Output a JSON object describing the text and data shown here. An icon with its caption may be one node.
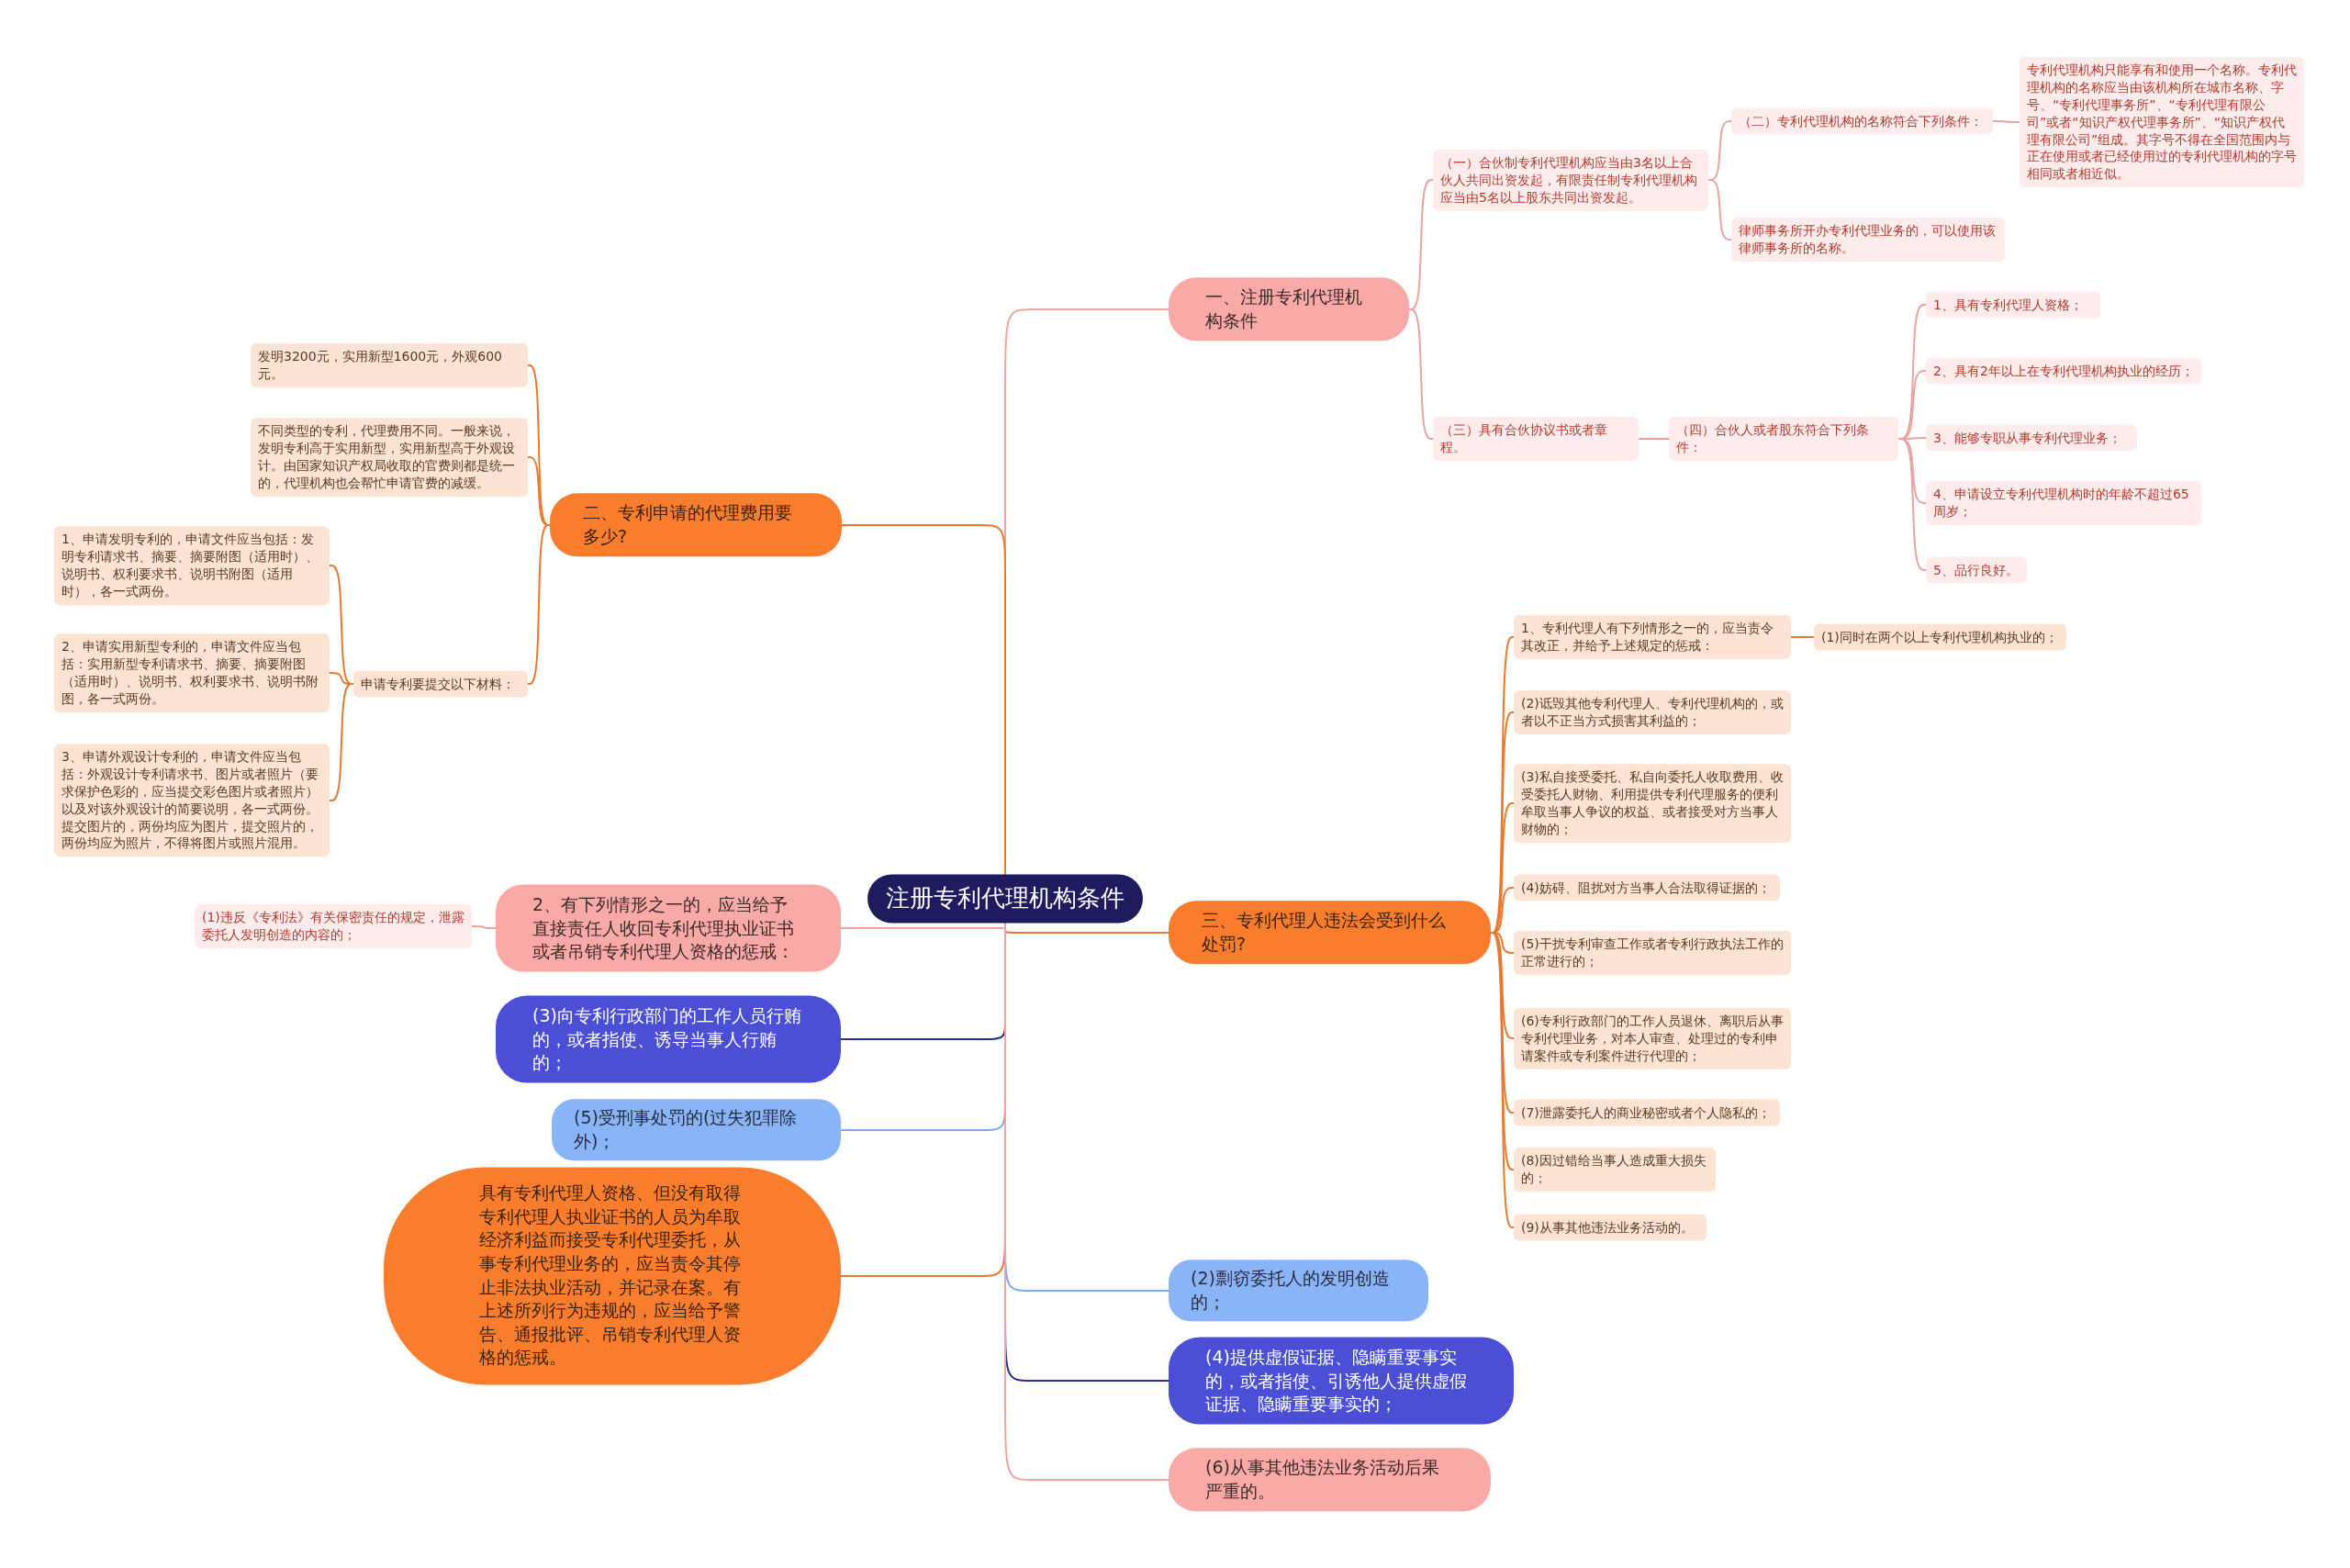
{
  "diagram": {
    "nodes": [
      {
        "text": [
          "注册专利代理机构条件"
        ]
      },
      {
        "text": [
          "一、注册专利代理机构条件"
        ]
      },
      {
        "text": [
          "（一）合伙制专利代理机构应当由3名以上合伙人共同出资发起，有限责任制专利代理机构应当由5名以上股东共同出资发起。"
        ]
      },
      {
        "text": [
          "（二）专利代理机构的名称符合下列条件："
        ]
      },
      {
        "text": [
          "专利代理机构只能享有和使用一个名称。专利代理机构的名称应当由该机构所在城市名称、字号、“专利代理事务所”、“专利代理有限公司”或者“知识产权代理事务所”、“知识产权代理有限公司”组成。其字号不得在全国范围内与正在使用或者已经使用过的专利代理机构的字号相同或者相近似。"
        ]
      },
      {
        "text": [
          "律师事务所开办专利代理业务的，可以使用该律师事务所的名称。"
        ]
      },
      {
        "text": [
          "（三）具有合伙协议书或者章程。"
        ]
      },
      {
        "text": [
          "（四）合伙人或者股东符合下列条件："
        ]
      },
      {
        "text": [
          "1、具有专利代理人资格；"
        ]
      },
      {
        "text": [
          "2、具有2年以上在专利代理机构执业的经历；"
        ]
      },
      {
        "text": [
          "3、能够专职从事专利代理业务；"
        ]
      },
      {
        "text": [
          "4、申请设立专利代理机构时的年龄不超过65周岁；"
        ]
      },
      {
        "text": [
          "5、品行良好。"
        ]
      },
      {
        "text": [
          "二、专利申请的代理费用要多少?"
        ]
      },
      {
        "text": [
          "发明3200元，实用新型1600元，外观600元。"
        ]
      },
      {
        "text": [
          "不同类型的专利，代理费用不同。一般来说，发明专利高于实用新型，实用新型高于外观设计。由国家知识产权局收取的官费则都是统一的，代理机构也会帮忙申请官费的减缓。"
        ]
      },
      {
        "text": [
          "申请专利要提交以下材料："
        ]
      },
      {
        "text": [
          "1、申请发明专利的，申请文件应当包括：发明专利请求书、摘要、摘要附图（适用时）、说明书、权利要求书、说明书附图（适用时），各一式两份。"
        ]
      },
      {
        "text": [
          "2、申请实用新型专利的，申请文件应当包括：实用新型专利请求书、摘要、摘要附图（适用时）、说明书、权利要求书、说明书附图，各一式两份。"
        ]
      },
      {
        "text": [
          "3、申请外观设计专利的，申请文件应当包括：外观设计专利请求书、图片或者照片（要求保护色彩的，应当提交彩色图片或者照片）以及对该外观设计的简要说明，各一式两份。提交图片的，两份均应为图片，提交照片的，两份均应为照片，不得将图片或照片混用。"
        ]
      },
      {
        "text": [
          "三、专利代理人违法会受到什么处罚?"
        ]
      },
      {
        "text": [
          "1、专利代理人有下列情形之一的，应当责令其改正，并给予上述规定的惩戒："
        ]
      },
      {
        "text": [
          "(1)同时在两个以上专利代理机构执业的；"
        ]
      },
      {
        "text": [
          "(2)诋毁其他专利代理人、专利代理机构的，或者以不正当方式损害其利益的；"
        ]
      },
      {
        "text": [
          "(3)私自接受委托、私自向委托人收取费用、收受委托人财物、利用提供专利代理服务的便利牟取当事人争议的权益、或者接受对方当事人财物的；"
        ]
      },
      {
        "text": [
          "(4)妨碍、阻扰对方当事人合法取得证据的；"
        ]
      },
      {
        "text": [
          "(5)干扰专利审查工作或者专利行政执法工作的正常进行的；"
        ]
      },
      {
        "text": [
          "(6)专利行政部门的工作人员退休、离职后从事专利代理业务，对本人审查、处理过的专利申请案件或专利案件进行代理的；"
        ]
      },
      {
        "text": [
          "(7)泄露委托人的商业秘密或者个人隐私的；"
        ]
      },
      {
        "text": [
          "(8)因过错给当事人造成重大损失的；"
        ]
      },
      {
        "text": [
          "(9)从事其他违法业务活动的。"
        ]
      },
      {
        "text": [
          "2、有下列情形之一的，应当给予直接责任人收回专利代理执业证书或者吊销专利代理人资格的惩戒："
        ]
      },
      {
        "text": [
          "(1)违反《专利法》有关保密责任的规定，泄露委托人发明创造的内容的；"
        ]
      },
      {
        "text": [
          "(3)向专利行政部门的工作人员行贿的，或者指使、诱导当事人行贿的；"
        ]
      },
      {
        "text": [
          "(5)受刑事处罚的(过失犯罪除外)；"
        ]
      },
      {
        "text": [
          "具有专利代理人资格、但没有取得专利代理人执业证书的人员为牟取经济利益而接受专利代理委托，从事专利代理业务的，应当责令其停止非法执业活动，并记录在案。有上述所列行为违规的，应当给予警告、通报批评、吊销专利代理人资格的惩戒。"
        ]
      },
      {
        "text": [
          "(2)剽窃委托人的发明创造的；"
        ]
      },
      {
        "text": [
          "(4)提供虚假证据、隐瞒重要事实的，或者指使、引诱他人提供虚假证据、隐瞒重要事实的；"
        ]
      },
      {
        "text": [
          "(6)从事其他违法业务活动后果严重的。"
        ]
      }
    ],
    "edges": [
      {
        "from": 0,
        "to": 1,
        "arrow": "none",
        "color": "#f0a3a0"
      },
      {
        "from": 1,
        "to": 2,
        "arrow": "none",
        "color": "#e8a3a0"
      },
      {
        "from": 2,
        "to": 3,
        "arrow": "none",
        "color": "#e8a3a0"
      },
      {
        "from": 3,
        "to": 4,
        "arrow": "none",
        "color": "#e8a3a0"
      },
      {
        "from": 2,
        "to": 5,
        "arrow": "none",
        "color": "#e8a3a0"
      },
      {
        "from": 1,
        "to": 6,
        "arrow": "none",
        "color": "#e8a3a0"
      },
      {
        "from": 6,
        "to": 7,
        "arrow": "none",
        "color": "#e8a3a0"
      },
      {
        "from": 7,
        "to": 8,
        "arrow": "none",
        "color": "#e8a3a0"
      },
      {
        "from": 7,
        "to": 9,
        "arrow": "none",
        "color": "#e8a3a0"
      },
      {
        "from": 7,
        "to": 10,
        "arrow": "none",
        "color": "#e8a3a0"
      },
      {
        "from": 7,
        "to": 11,
        "arrow": "none",
        "color": "#e8a3a0"
      },
      {
        "from": 7,
        "to": 12,
        "arrow": "none",
        "color": "#e8a3a0"
      },
      {
        "from": 0,
        "to": 13,
        "arrow": "none"
      },
      {
        "from": 13,
        "to": 14,
        "arrow": "none"
      },
      {
        "from": 13,
        "to": 15,
        "arrow": "none"
      },
      {
        "from": 13,
        "to": 16,
        "arrow": "none"
      },
      {
        "from": 16,
        "to": 17,
        "arrow": "none"
      },
      {
        "from": 16,
        "to": 18,
        "arrow": "none"
      },
      {
        "from": 16,
        "to": 19,
        "arrow": "none"
      },
      {
        "from": 0,
        "to": 20,
        "arrow": "none"
      },
      {
        "from": 20,
        "to": 21,
        "arrow": "none"
      },
      {
        "from": 21,
        "to": 22,
        "arrow": "none"
      },
      {
        "from": 20,
        "to": 23,
        "arrow": "none"
      },
      {
        "from": 20,
        "to": 24,
        "arrow": "none"
      },
      {
        "from": 20,
        "to": 25,
        "arrow": "none"
      },
      {
        "from": 20,
        "to": 26,
        "arrow": "none"
      },
      {
        "from": 20,
        "to": 27,
        "arrow": "none"
      },
      {
        "from": 20,
        "to": 28,
        "arrow": "none"
      },
      {
        "from": 20,
        "to": 29,
        "arrow": "none"
      },
      {
        "from": 20,
        "to": 30,
        "arrow": "none"
      },
      {
        "from": 0,
        "to": 31,
        "arrow": "none",
        "color": "#f0a3a0"
      },
      {
        "from": 31,
        "to": 32,
        "arrow": "none",
        "color": "#f0a3a0"
      },
      {
        "from": 0,
        "to": 33,
        "arrow": "none",
        "color": "#2b2f8f"
      },
      {
        "from": 0,
        "to": 34,
        "arrow": "none",
        "color": "#7ea9ef"
      },
      {
        "from": 0,
        "to": 35,
        "arrow": "none"
      },
      {
        "from": 0,
        "to": 36,
        "arrow": "none",
        "color": "#7ea9ef"
      },
      {
        "from": 0,
        "to": 37,
        "arrow": "none",
        "color": "#2b2f8f"
      },
      {
        "from": 0,
        "to": 38,
        "arrow": "none",
        "color": "#f0a3a0"
      }
    ]
  }
}
